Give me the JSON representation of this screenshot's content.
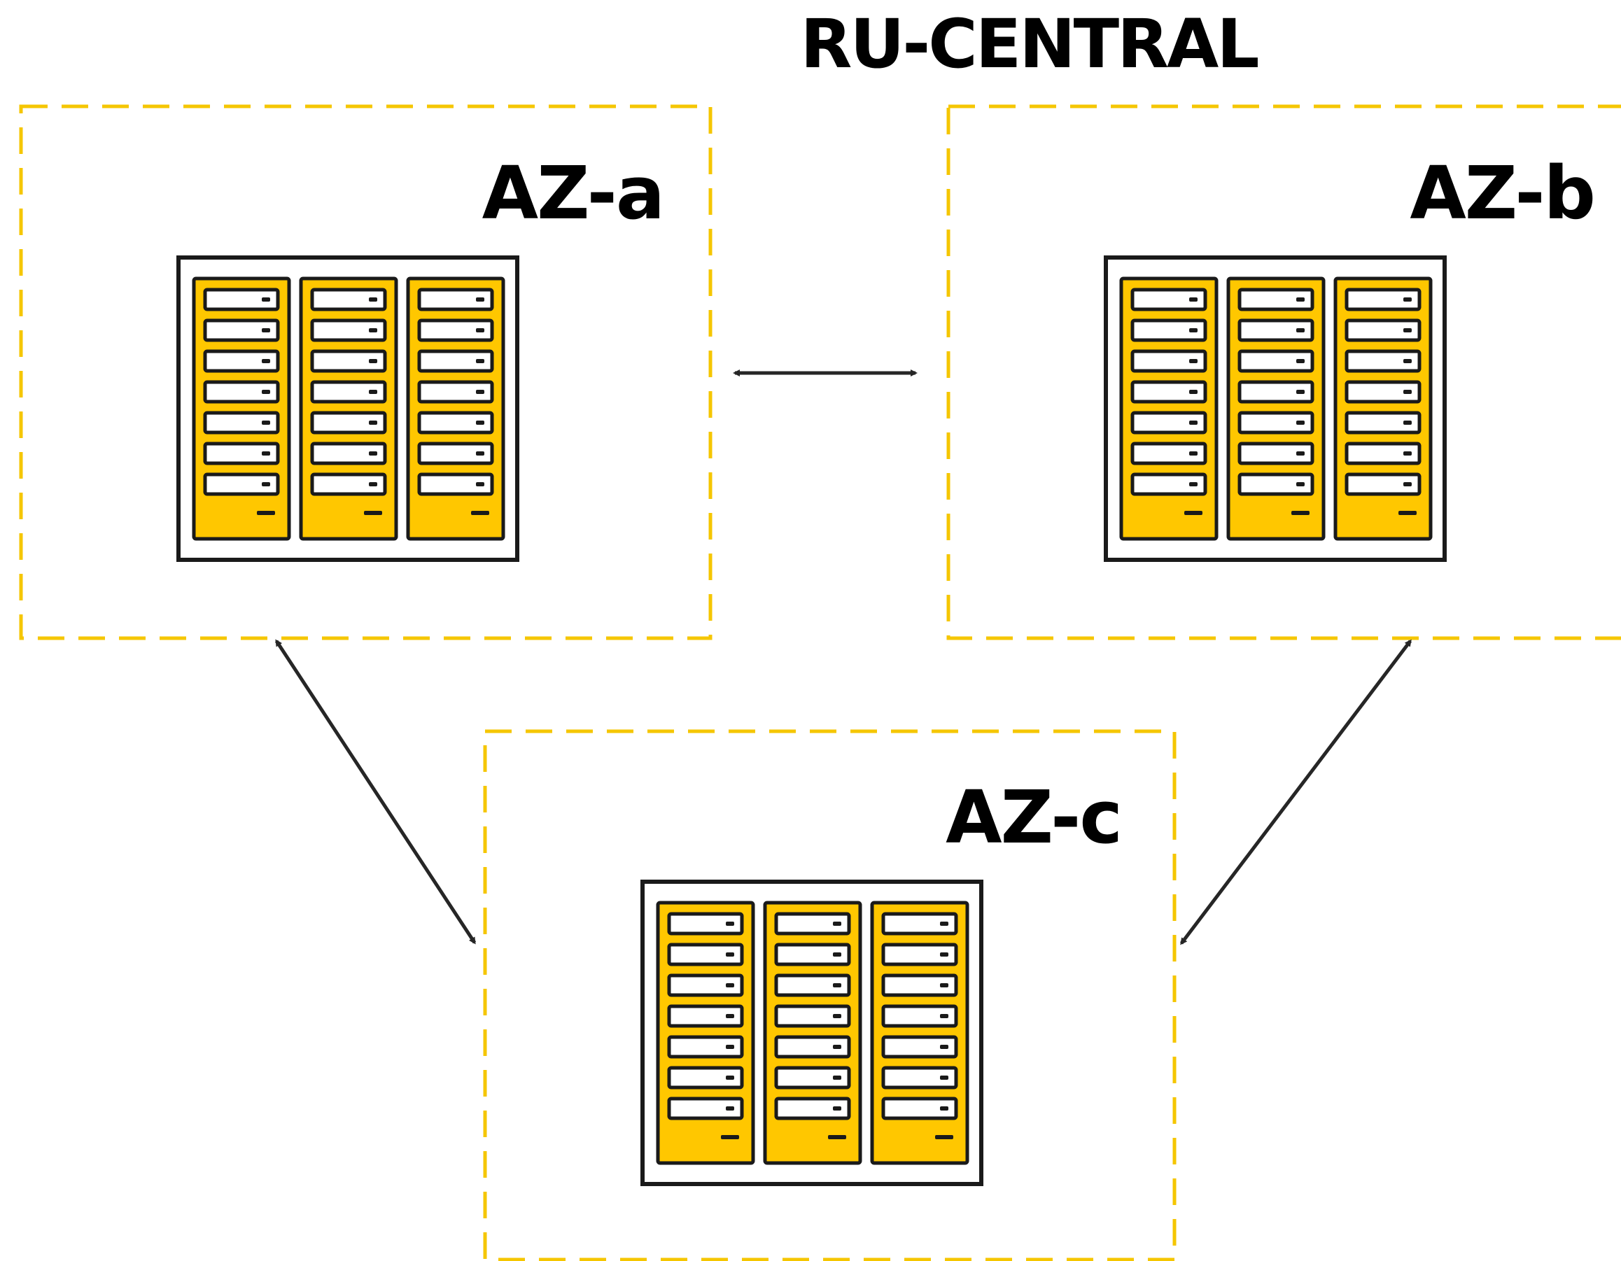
{
  "region": {
    "title": "RU-CENTRAL"
  },
  "zones": [
    {
      "id": "a",
      "label": "AZ-a"
    },
    {
      "id": "b",
      "label": "AZ-b"
    },
    {
      "id": "c",
      "label": "AZ-c"
    }
  ],
  "server_rack": {
    "units_per_column": 7,
    "columns": 3
  },
  "connections": [
    {
      "from": "AZ-a",
      "to": "AZ-b",
      "bidirectional": true
    },
    {
      "from": "AZ-a",
      "to": "AZ-c",
      "bidirectional": true
    },
    {
      "from": "AZ-b",
      "to": "AZ-c",
      "bidirectional": true
    }
  ],
  "colors": {
    "zone_border": "#F5C600",
    "rack_fill": "#FFC700",
    "outline": "#1a1a1a",
    "arrow": "#262626",
    "background": "#ffffff"
  }
}
